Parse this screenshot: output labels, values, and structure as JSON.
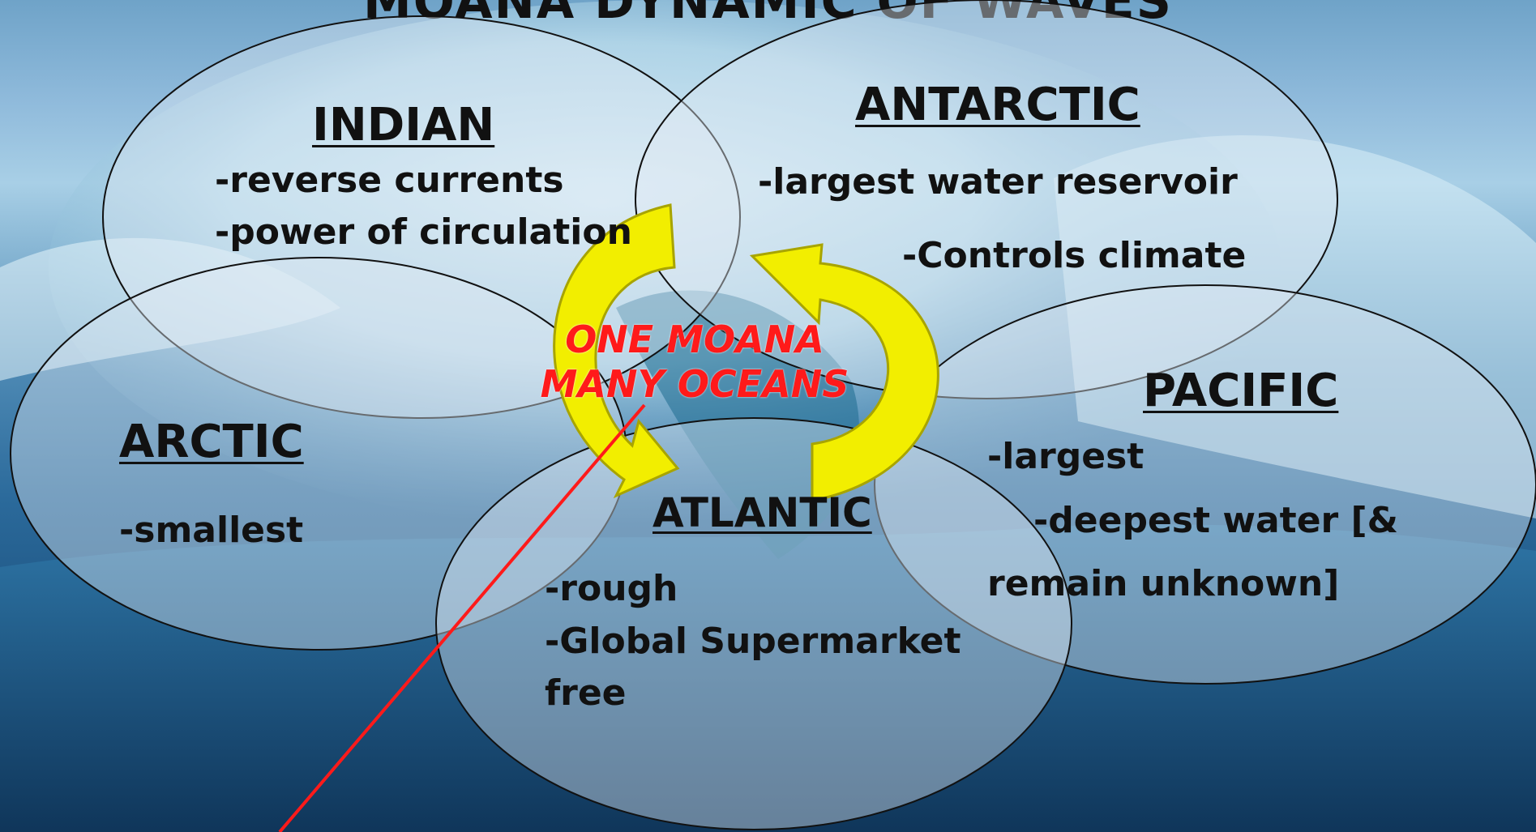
{
  "slide": {
    "title": "MOANA DYNAMIC OF WAVES",
    "center_label": [
      "ONE MOANA",
      "MANY OCEANS"
    ],
    "oceans": {
      "indian": {
        "heading": "INDIAN",
        "points": [
          "-reverse currents",
          "-power of circulation"
        ]
      },
      "antarctic": {
        "heading": "ANTARCTIC",
        "points": [
          "-largest water reservoir",
          "-Controls climate"
        ]
      },
      "arctic": {
        "heading": "ARCTIC",
        "points": [
          "-smallest"
        ]
      },
      "pacific": {
        "heading": "PACIFIC",
        "points": [
          "-largest",
          "-deepest water [&",
          "remain unknown]"
        ]
      },
      "atlantic": {
        "heading": "ATLANTIC",
        "points": [
          "-rough",
          "-Global Supermarket",
          "free"
        ]
      }
    }
  },
  "colors": {
    "arrow_fill": "#f2ee00",
    "arrow_stroke": "#a8a400",
    "center_text": "#ff1a1a",
    "pointer_line": "#ff1a1a",
    "ellipse_fill": "#dfe9f2"
  }
}
